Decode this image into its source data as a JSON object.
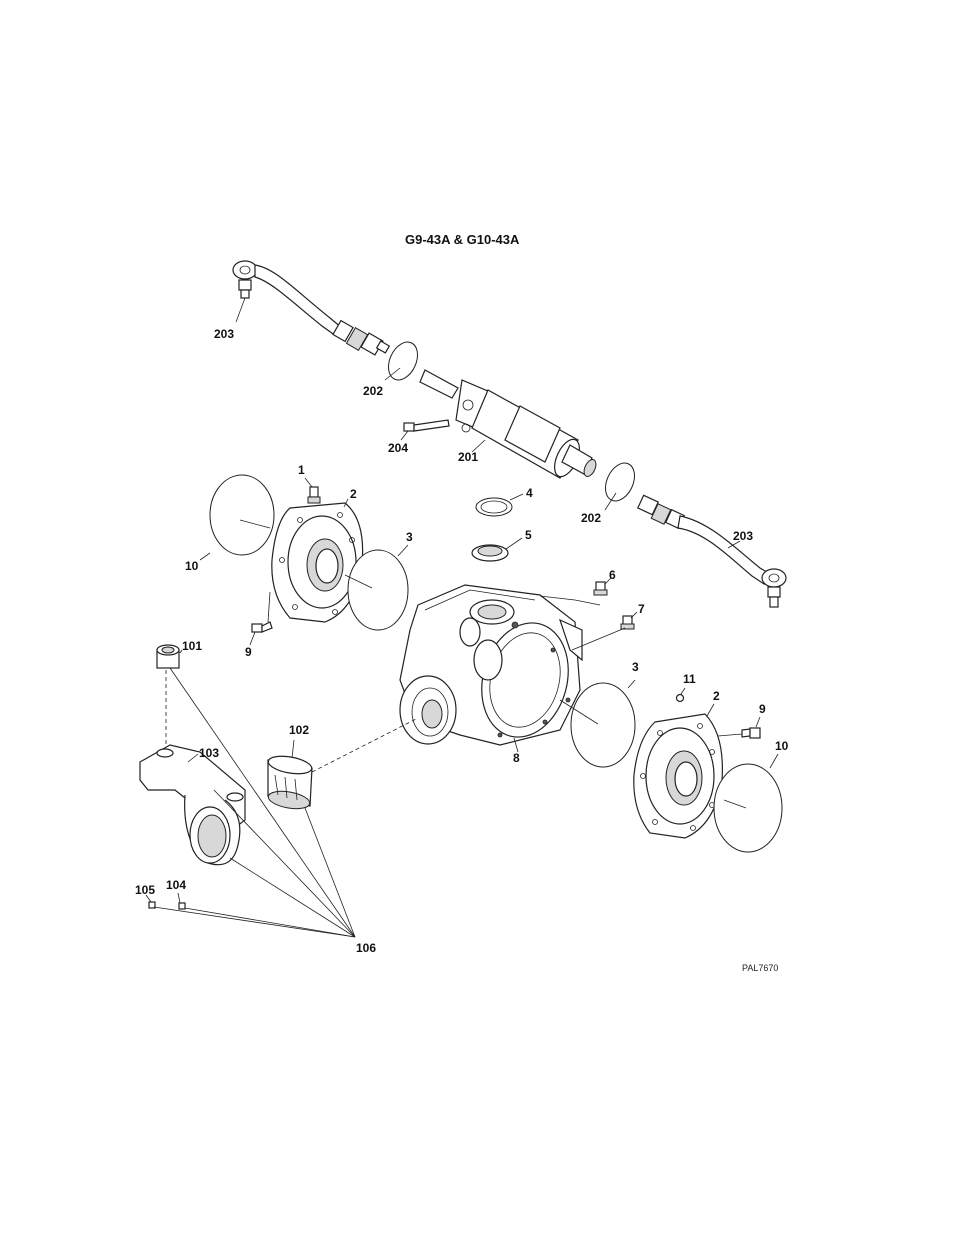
{
  "title": "G9-43A & G10-43A",
  "reference": "PAL7670",
  "callouts": {
    "c1": "1",
    "c2a": "2",
    "c2b": "2",
    "c3a": "3",
    "c3b": "3",
    "c4": "4",
    "c5": "5",
    "c6": "6",
    "c7": "7",
    "c8": "8",
    "c9a": "9",
    "c9b": "9",
    "c10a": "10",
    "c10b": "10",
    "c11": "11",
    "c101": "101",
    "c102": "102",
    "c103": "103",
    "c104": "104",
    "c105": "105",
    "c106": "106",
    "c201": "201",
    "c202a": "202",
    "c202b": "202",
    "c203a": "203",
    "c203b": "203",
    "c204": "204"
  }
}
